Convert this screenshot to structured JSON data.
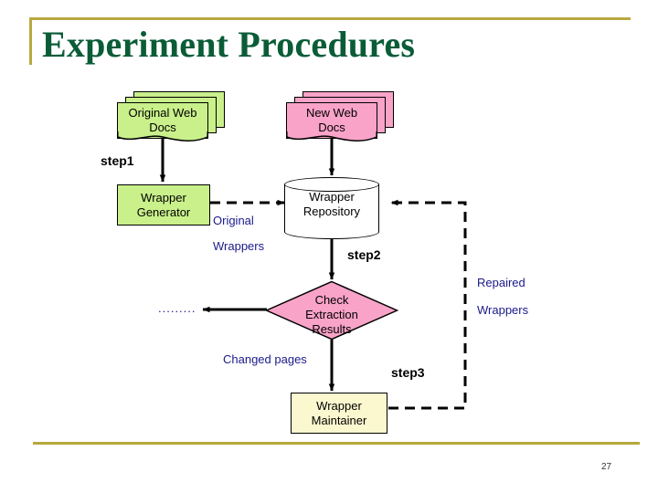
{
  "slide": {
    "title": "Experiment Procedures",
    "page_number": "27",
    "accent_color": "#b8a840",
    "title_color": "#0a5c37",
    "label_color": "#1a1a8c"
  },
  "diagram": {
    "nodes": {
      "original_web_docs": {
        "label_line1": "Original Web",
        "label_line2": "Docs",
        "shape": "document-stack",
        "fill": "#c9f08a"
      },
      "new_web_docs": {
        "label_line1": "New Web",
        "label_line2": "Docs",
        "shape": "document-stack",
        "fill": "#f9a3c8"
      },
      "wrapper_generator": {
        "label_line1": "Wrapper",
        "label_line2": "Generator",
        "shape": "rectangle",
        "fill": "#c9f08a"
      },
      "wrapper_repository": {
        "label_line1": "Wrapper",
        "label_line2": "Repository",
        "shape": "cylinder",
        "fill": "#ffffff"
      },
      "check_extraction": {
        "label_line1": "Check",
        "label_line2": "Extraction",
        "label_line3": "Results",
        "shape": "diamond",
        "fill": "#f9a3c8"
      },
      "wrapper_maintainer": {
        "label_line1": "Wrapper",
        "label_line2": "Maintainer",
        "shape": "rectangle",
        "fill": "#fbf8d0"
      }
    },
    "edge_labels": {
      "original_wrappers_line1": "Original",
      "original_wrappers_line2": "Wrappers",
      "repaired_wrappers_line1": "Repaired",
      "repaired_wrappers_line2": "Wrappers",
      "changed_pages": "Changed pages",
      "ellipsis": "........."
    },
    "step_labels": {
      "step1": "step1",
      "step2": "step2",
      "step3": "step3"
    }
  }
}
